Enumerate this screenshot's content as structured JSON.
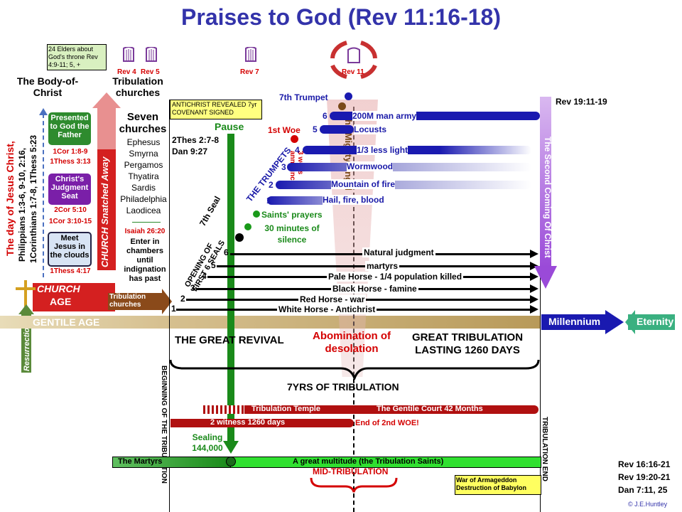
{
  "title": "Praises to God (Rev 11:16-18)",
  "elders_note": "24 Elders about God's throne Rev 4:9-11; 5, +",
  "rev_labels": {
    "rev4": "Rev 4",
    "rev5": "Rev 5",
    "rev7": "Rev 7",
    "rev11": "Rev 11"
  },
  "left": {
    "body_of_christ": "The Body-of-Christ",
    "tribulation_churches": "Tribulation churches",
    "day_of_christ": "The day of Jesus Christ,",
    "day_refs_1": "Philippians 1:3-6, 9-10, 2:16,",
    "day_refs_2": "1Corinthians 1:7-8, 1Thess 5:23",
    "presented": "Presented to God the Father",
    "presented_refs_1": "1Cor 1:8-9",
    "presented_refs_2": "1Thess 3:13",
    "judgment": "Christ's Judgment Seat",
    "judgment_refs_1": "2Cor 5:10",
    "judgment_refs_2": "1Cor 3:10-15",
    "meet": "Meet Jesus in the clouds",
    "meet_refs": "1Thess 4:17",
    "snatched": "CHURCH Snatched Away",
    "church_age_1": "CHURCH",
    "church_age_2": "AGE",
    "trib_churches_arrow": "Tribulation churches",
    "resurrection": "Resurrection",
    "gentile_age": "GENTILE AGE"
  },
  "seven_churches": {
    "heading": "Seven churches",
    "items": [
      "Ephesus",
      "Smyrna",
      "Pergamos",
      "Thyatira",
      "Sardis",
      "Philadelphia",
      "Laodicea"
    ],
    "isaiah_ref": "Isaiah 26:20",
    "isaiah_text": "Enter in chambers until indignation has past"
  },
  "antichrist_box": "ANTICHRIST REVEALED 7yr COVENANT SIGNED",
  "thes_ref": "2Thes 2:7-8",
  "dan_ref": "Dan 9:27",
  "pause": "Pause",
  "seventh_seal": "7th Seal",
  "opening_seals": "OPENING OF FIRST 6 SEALS",
  "saints_prayers": "Saints' prayers",
  "silence": "30 minutes of silence",
  "seals": [
    {
      "num": "1",
      "label": "White Horse - Antichrist"
    },
    {
      "num": "2",
      "label": "Red Horse - war"
    },
    {
      "num": "3",
      "label": "Black Horse - famine"
    },
    {
      "num": "4",
      "label": "Pale Horse - 1/4 population killed"
    },
    {
      "num": "5",
      "label": "martyrs"
    },
    {
      "num": "6",
      "label": "Natural judgment"
    }
  ],
  "trumpets_heading": "THE TRUMPETS",
  "seventh_trumpet": "7th Trumpet",
  "first_woe": "1st Woe",
  "three_woes": "3 woes announced",
  "mighty_angel": "The Mighty Angel",
  "trumpets": [
    {
      "num": "1",
      "label": "Hail, fire, blood"
    },
    {
      "num": "2",
      "label": "Mountain of fire"
    },
    {
      "num": "3",
      "label": "Wormwood"
    },
    {
      "num": "4",
      "label": "1/3 less light"
    },
    {
      "num": "5",
      "label": "Locusts"
    },
    {
      "num": "6",
      "label": "200M man army"
    }
  ],
  "rev_19_11": "Rev 19:11-19",
  "second_coming": "The Second Coming Of Christ",
  "millennium": "Millennium",
  "eternity": "Eternity",
  "great_revival": "THE GREAT REVIVAL",
  "abomination": "Abomination of desolation",
  "great_tribulation": "GREAT TRIBULATION LASTING 1260 DAYS",
  "seven_yrs": "7YRS OF TRIBULATION",
  "beginning": "BEGINNING OF THE TRIBULATION",
  "trib_end": "TRIBULATION END",
  "temple": "Tribulation Temple",
  "gentile_court": "The Gentile Court 42 Months",
  "two_witness": "2 witness 1260 days",
  "end_2nd_woe": "End of 2nd WOE!",
  "sealing": "Sealing 144,000",
  "martyrs_bar": "The Martyrs",
  "great_multitude": "A great multitude (the Tribulation Saints)",
  "mid_trib": "MID-TRIBULATION",
  "armageddon": "War of Armageddon Destruction of Babylon",
  "refs_br_1": "Rev 16:16-21",
  "refs_br_2": "Rev 19:20-21",
  "refs_br_3": "Dan 7:11, 25",
  "copyright": "© J.E.Huntley",
  "colors": {
    "title": "#3333aa",
    "trumpet_blue": "#1a1aa8",
    "red": "#d40000",
    "green": "#2e8b2e",
    "purple": "#7a1fa8",
    "timeline_gold": "#c8a86a"
  }
}
